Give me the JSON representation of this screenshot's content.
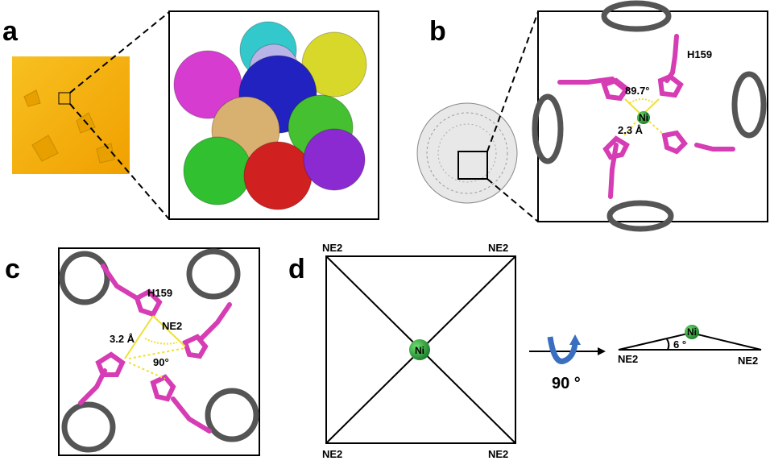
{
  "panels": {
    "a": {
      "label": "a"
    },
    "b": {
      "label": "b",
      "residue": "H159",
      "angle": "89.7°",
      "distance": "2.3 Å",
      "metal": "Ni"
    },
    "c": {
      "label": "c",
      "residue": "H159",
      "atom": "NE2",
      "distance": "3.2 Å",
      "angle": "90°"
    },
    "d": {
      "label": "d",
      "metal": "Ni",
      "corners": [
        "NE2",
        "NE2",
        "NE2",
        "NE2"
      ],
      "rotation": "90 °",
      "side_metal": "Ni",
      "side_angle": "6 °",
      "side_left": "NE2",
      "side_right": "NE2"
    }
  },
  "colors": {
    "crystal": "#f5b400",
    "histidine": "#d63cb4",
    "nitrogen": "#1a1adc",
    "bond": "#f0e030",
    "nickel": "#2a9a3a",
    "arrow": "#3a6fc0",
    "spheres": [
      "#d63cd0",
      "#33c8cc",
      "#b8b4e8",
      "#d8d82a",
      "#2222c0",
      "#d8b070",
      "#44c030",
      "#30c030",
      "#d02020",
      "#8a2ad0"
    ]
  }
}
